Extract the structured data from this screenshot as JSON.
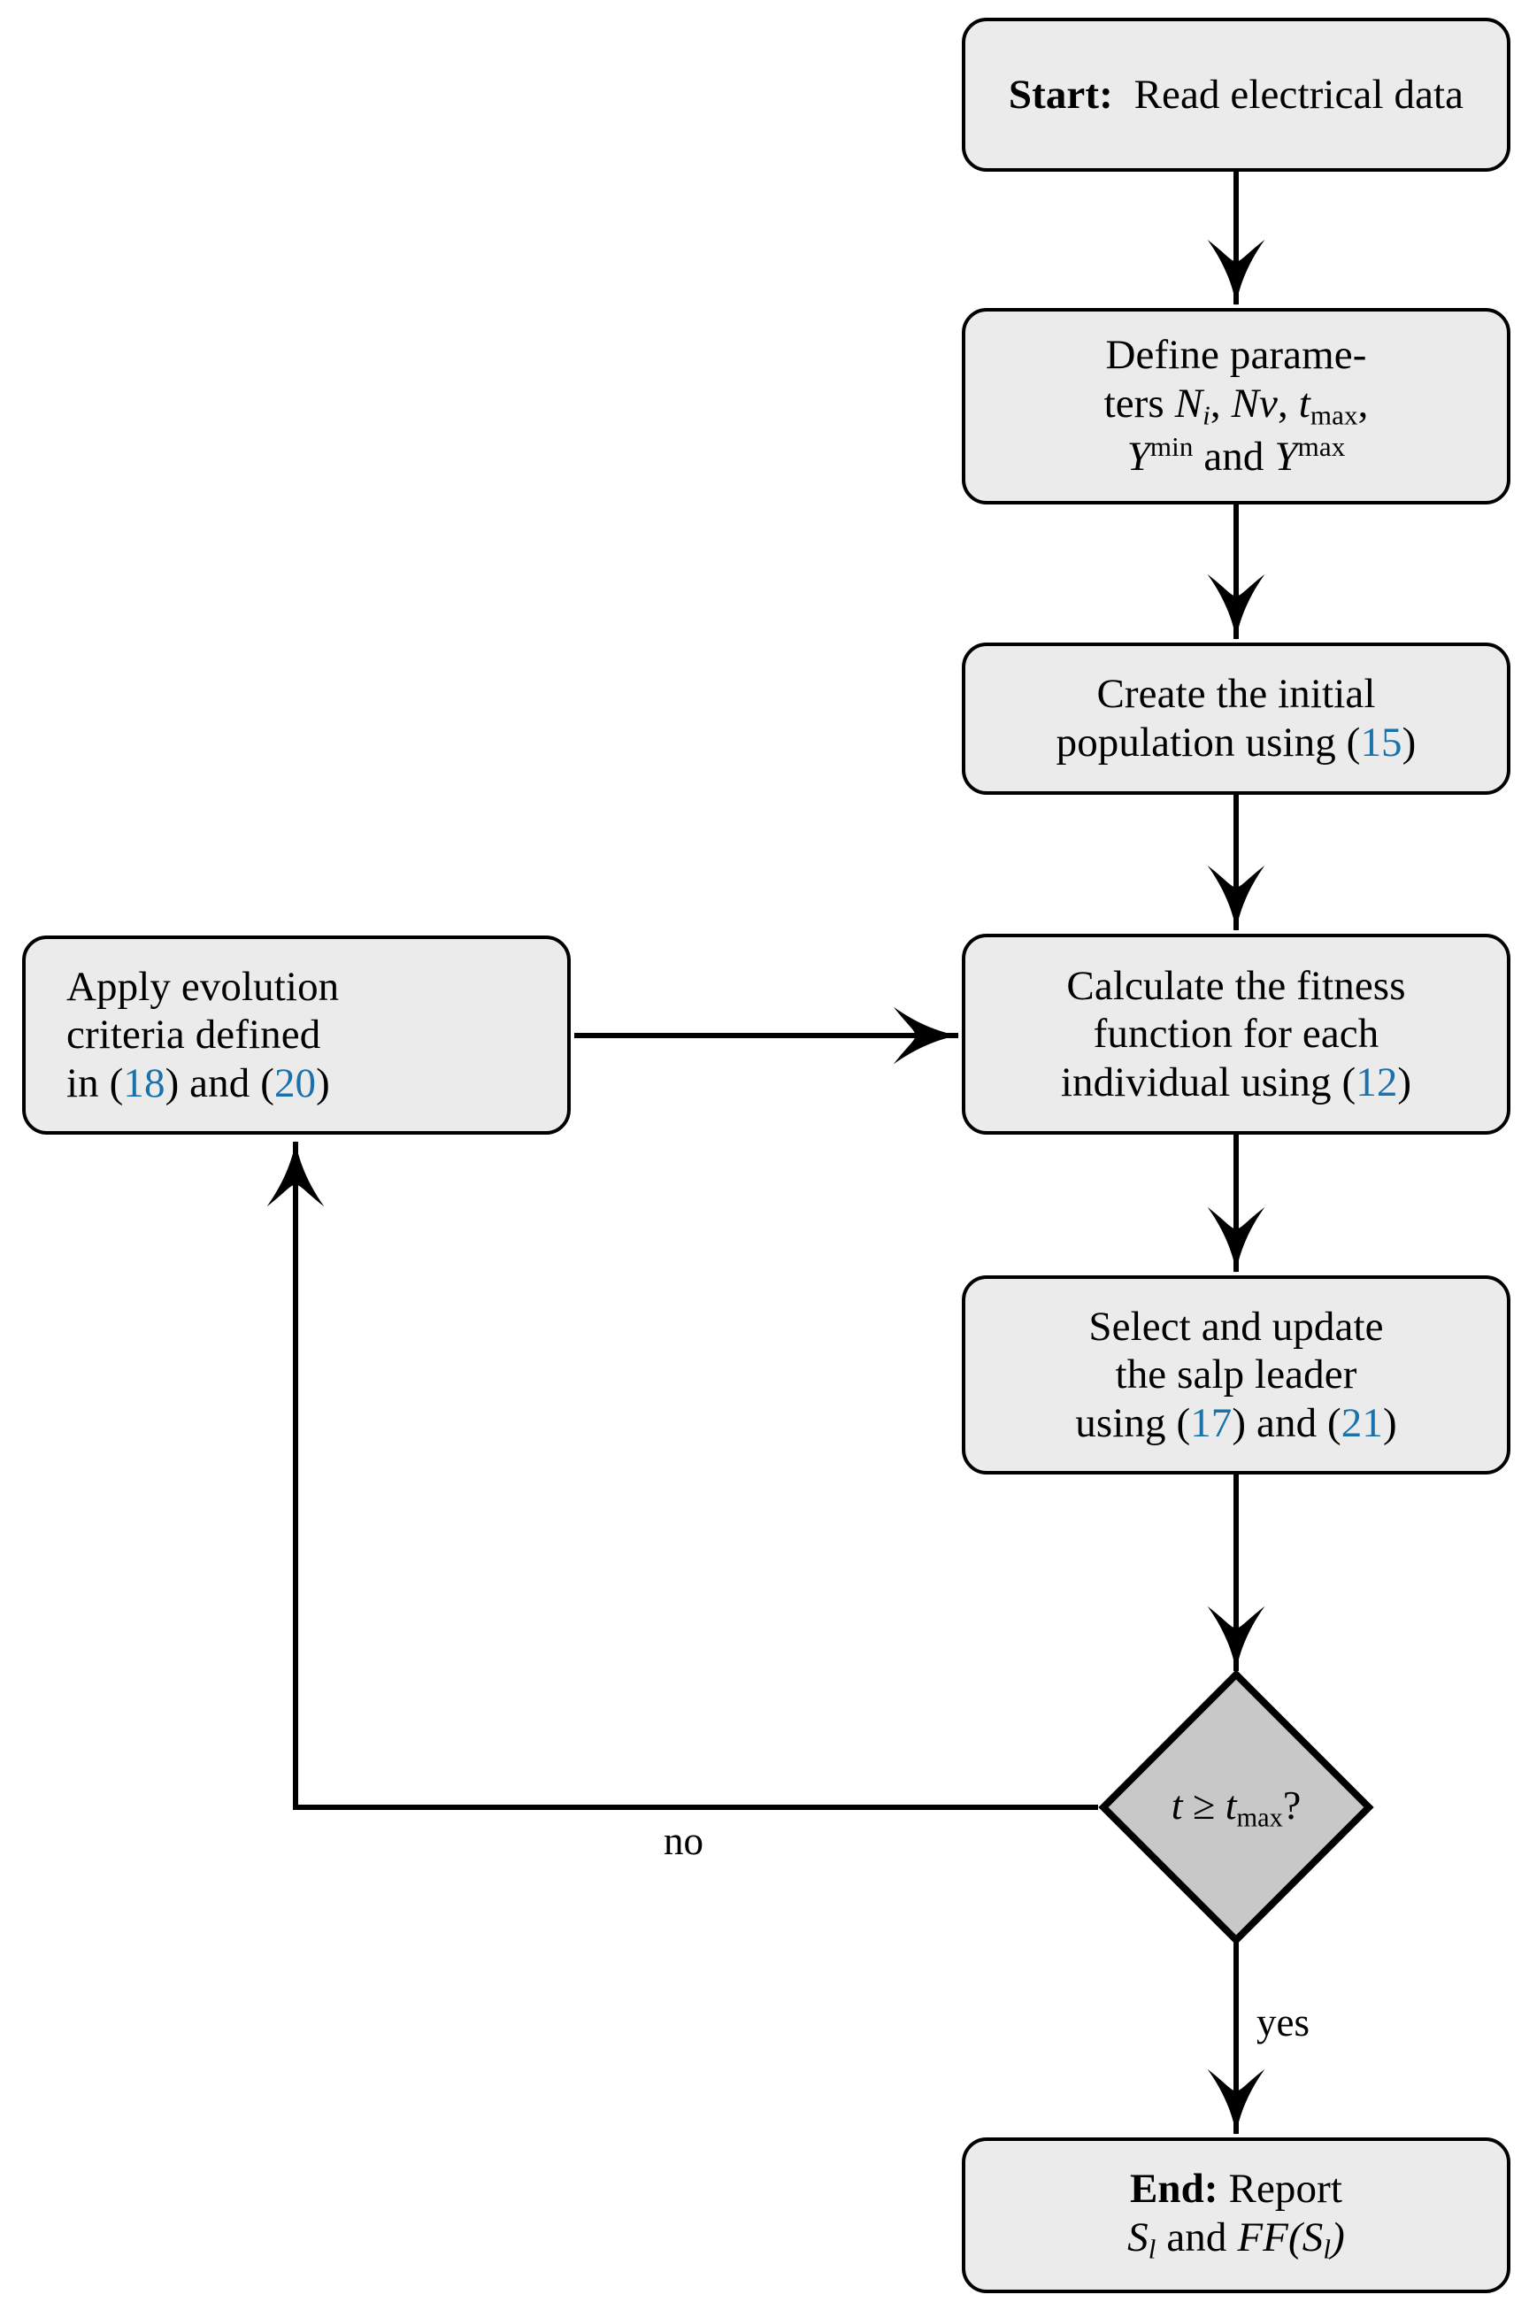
{
  "diagram": {
    "type": "flowchart",
    "title": "Salp Swarm Algorithm optimization flowchart",
    "colors": {
      "process_fill": "#ebebeb",
      "decision_fill": "#c8c8c8",
      "stroke": "#000000",
      "reference_link": "#1a72ab",
      "background": "#ffffff"
    },
    "nodes": [
      {
        "id": "start",
        "shape": "rounded-rectangle",
        "label": "Start: Read electrical data",
        "lead": "Start:",
        "rest": "Read electrical data"
      },
      {
        "id": "define",
        "shape": "rounded-rectangle",
        "label": "Define parameters Ni, Nv, tmax, Ymin and Ymax",
        "line1": "Define parame-",
        "line2_pre": "ters ",
        "line3_mid": " and "
      },
      {
        "id": "init",
        "shape": "rounded-rectangle",
        "label": "Create the initial population using (15)",
        "line1": "Create the initial",
        "line2_pre": "population using (",
        "ref": "15",
        "line2_post": ")"
      },
      {
        "id": "fitness",
        "shape": "rounded-rectangle",
        "label": "Calculate the fitness function for each individual using (12)",
        "line1": "Calculate the fitness",
        "line2": "function for each",
        "line3_pre": "individual using (",
        "ref": "12",
        "line3_post": ")"
      },
      {
        "id": "evolution",
        "shape": "rounded-rectangle",
        "label": "Apply evolution criteria defined in (18) and (20)",
        "line1": "Apply evolution",
        "line2": "criteria defined",
        "line3_pre": "in (",
        "ref1": "18",
        "line3_mid": ") and (",
        "ref2": "20",
        "line3_post": ")"
      },
      {
        "id": "leader",
        "shape": "rounded-rectangle",
        "label": "Select and update the salp leader using (17) and (21)",
        "line1": "Select and update",
        "line2": "the salp leader",
        "line3_pre": "using (",
        "ref1": "17",
        "line3_mid": ") and (",
        "ref2": "21",
        "line3_post": ")"
      },
      {
        "id": "decision",
        "shape": "diamond",
        "label": "t >= tmax ?",
        "var": "t",
        "op": "≥",
        "var2": "t",
        "var2_sub": "max",
        "question": "?"
      },
      {
        "id": "end",
        "shape": "rounded-rectangle",
        "label": "End: Report Sl and FF(Sl)",
        "lead": "End:",
        "rest": "Report"
      }
    ],
    "edge_labels": {
      "no": "no",
      "yes": "yes"
    },
    "symbols": {
      "N": "N",
      "i": "i",
      "Nv": "Nv",
      "t": "t",
      "max": "max",
      "min": "min",
      "Y": "Υ",
      "S": "S",
      "l": "l",
      "FF": "FF",
      "comma": ","
    }
  }
}
